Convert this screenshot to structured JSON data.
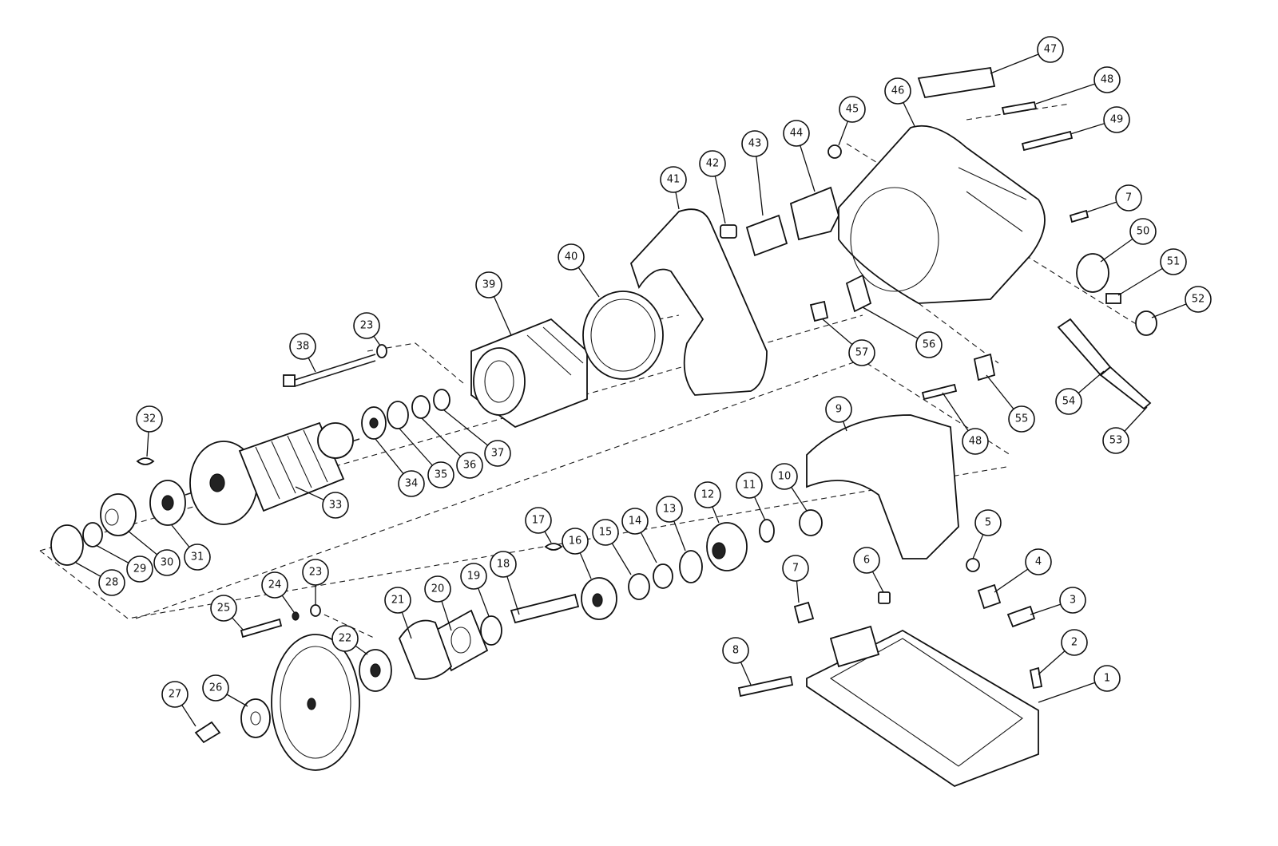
{
  "diagram": {
    "labels": [
      "1",
      "2",
      "3",
      "4",
      "5",
      "6",
      "7",
      "8",
      "9",
      "10",
      "11",
      "12",
      "13",
      "14",
      "15",
      "16",
      "17",
      "18",
      "19",
      "20",
      "21",
      "22",
      "23",
      "23",
      "24",
      "25",
      "26",
      "27",
      "28",
      "29",
      "30",
      "31",
      "32",
      "33",
      "34",
      "35",
      "36",
      "37",
      "38",
      "39",
      "40",
      "41",
      "42",
      "43",
      "44",
      "45",
      "46",
      "47",
      "48",
      "48",
      "49",
      "50",
      "51",
      "52",
      "53",
      "54",
      "55",
      "56",
      "57",
      "7"
    ]
  }
}
